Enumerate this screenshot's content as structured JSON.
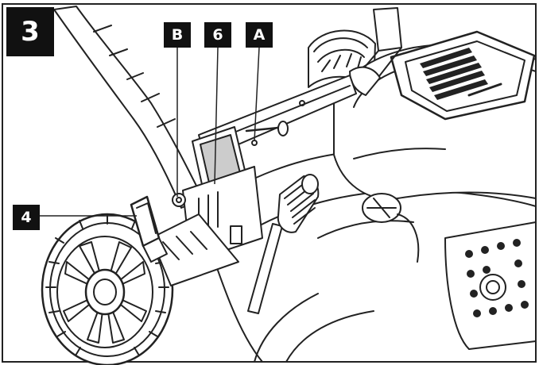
{
  "figure": {
    "step_number": "3",
    "callouts": {
      "b": "B",
      "six": "6",
      "a": "A",
      "four": "4"
    }
  }
}
